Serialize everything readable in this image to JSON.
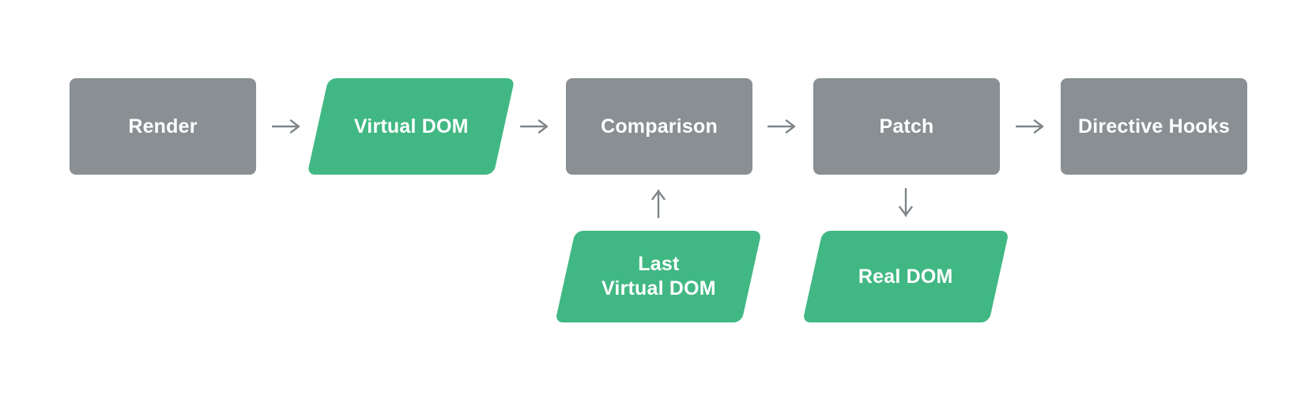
{
  "diagram": {
    "colors": {
      "background": "#ffffff",
      "box_gray": "#898f93",
      "shape_green": "#41b883",
      "arrow_gray": "#7f868a",
      "text_white": "#ffffff"
    },
    "nodes": {
      "render": {
        "label": "Render",
        "shape": "rectangle",
        "color": "#898f93"
      },
      "virtual_dom": {
        "label": "Virtual DOM",
        "shape": "parallelogram",
        "color": "#41b883"
      },
      "comparison": {
        "label": "Comparison",
        "shape": "rectangle",
        "color": "#898f93"
      },
      "patch": {
        "label": "Patch",
        "shape": "rectangle",
        "color": "#898f93"
      },
      "directive_hooks": {
        "label": "Directive Hooks",
        "shape": "rectangle",
        "color": "#898f93"
      },
      "last_virtual_dom": {
        "label_line1": "Last",
        "label_line2": "Virtual DOM",
        "shape": "parallelogram",
        "color": "#41b883"
      },
      "real_dom": {
        "label": "Real DOM",
        "shape": "parallelogram",
        "color": "#41b883"
      }
    },
    "edges": [
      {
        "from": "Render",
        "to": "Virtual DOM",
        "direction": "right"
      },
      {
        "from": "Virtual DOM",
        "to": "Comparison",
        "direction": "right"
      },
      {
        "from": "Comparison",
        "to": "Patch",
        "direction": "right"
      },
      {
        "from": "Patch",
        "to": "Directive Hooks",
        "direction": "right"
      },
      {
        "from": "Last Virtual DOM",
        "to": "Comparison",
        "direction": "up"
      },
      {
        "from": "Patch",
        "to": "Real DOM",
        "direction": "down"
      }
    ]
  }
}
